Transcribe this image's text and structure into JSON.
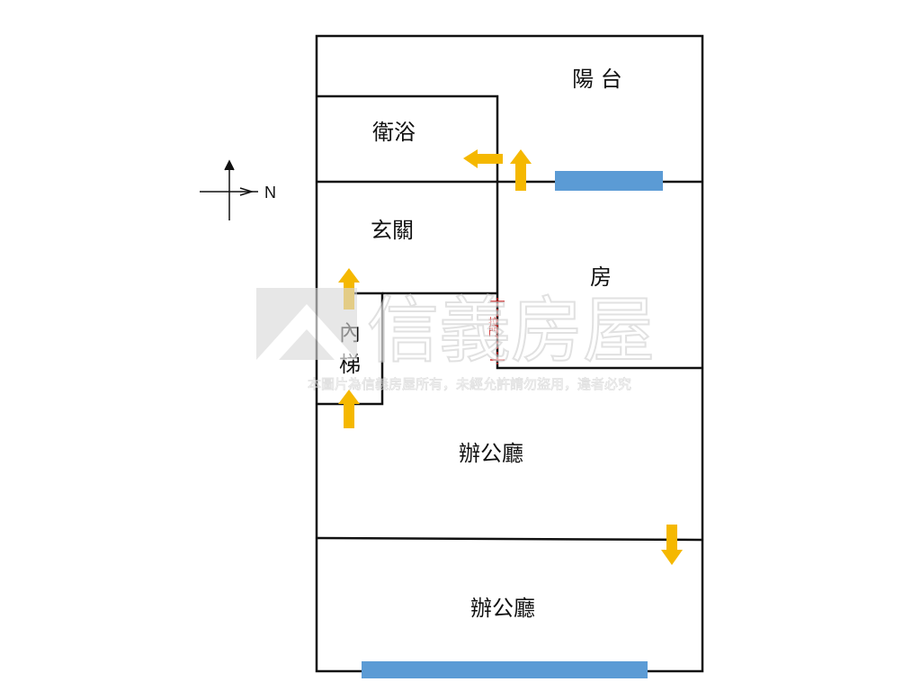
{
  "rooms": {
    "balcony": "陽 台",
    "bathroom": "衛浴",
    "entrance": "玄關",
    "room": "房",
    "stair_line1": "內",
    "stair_line2": "梯",
    "office_upper": "辦公廳",
    "office_lower": "辦公廳",
    "door_mark": "拉門"
  },
  "compass": {
    "label": "N"
  },
  "watermark": {
    "brand": "信義房屋",
    "notice": "本圖片為信義房屋所有，未經允許請勿盜用，違者必究"
  },
  "colors": {
    "wall": "#111111",
    "window": "#5b9bd5",
    "arrow": "#f5b800",
    "door_mark": "#cc2222",
    "watermark_box": "#d9d9d9"
  }
}
